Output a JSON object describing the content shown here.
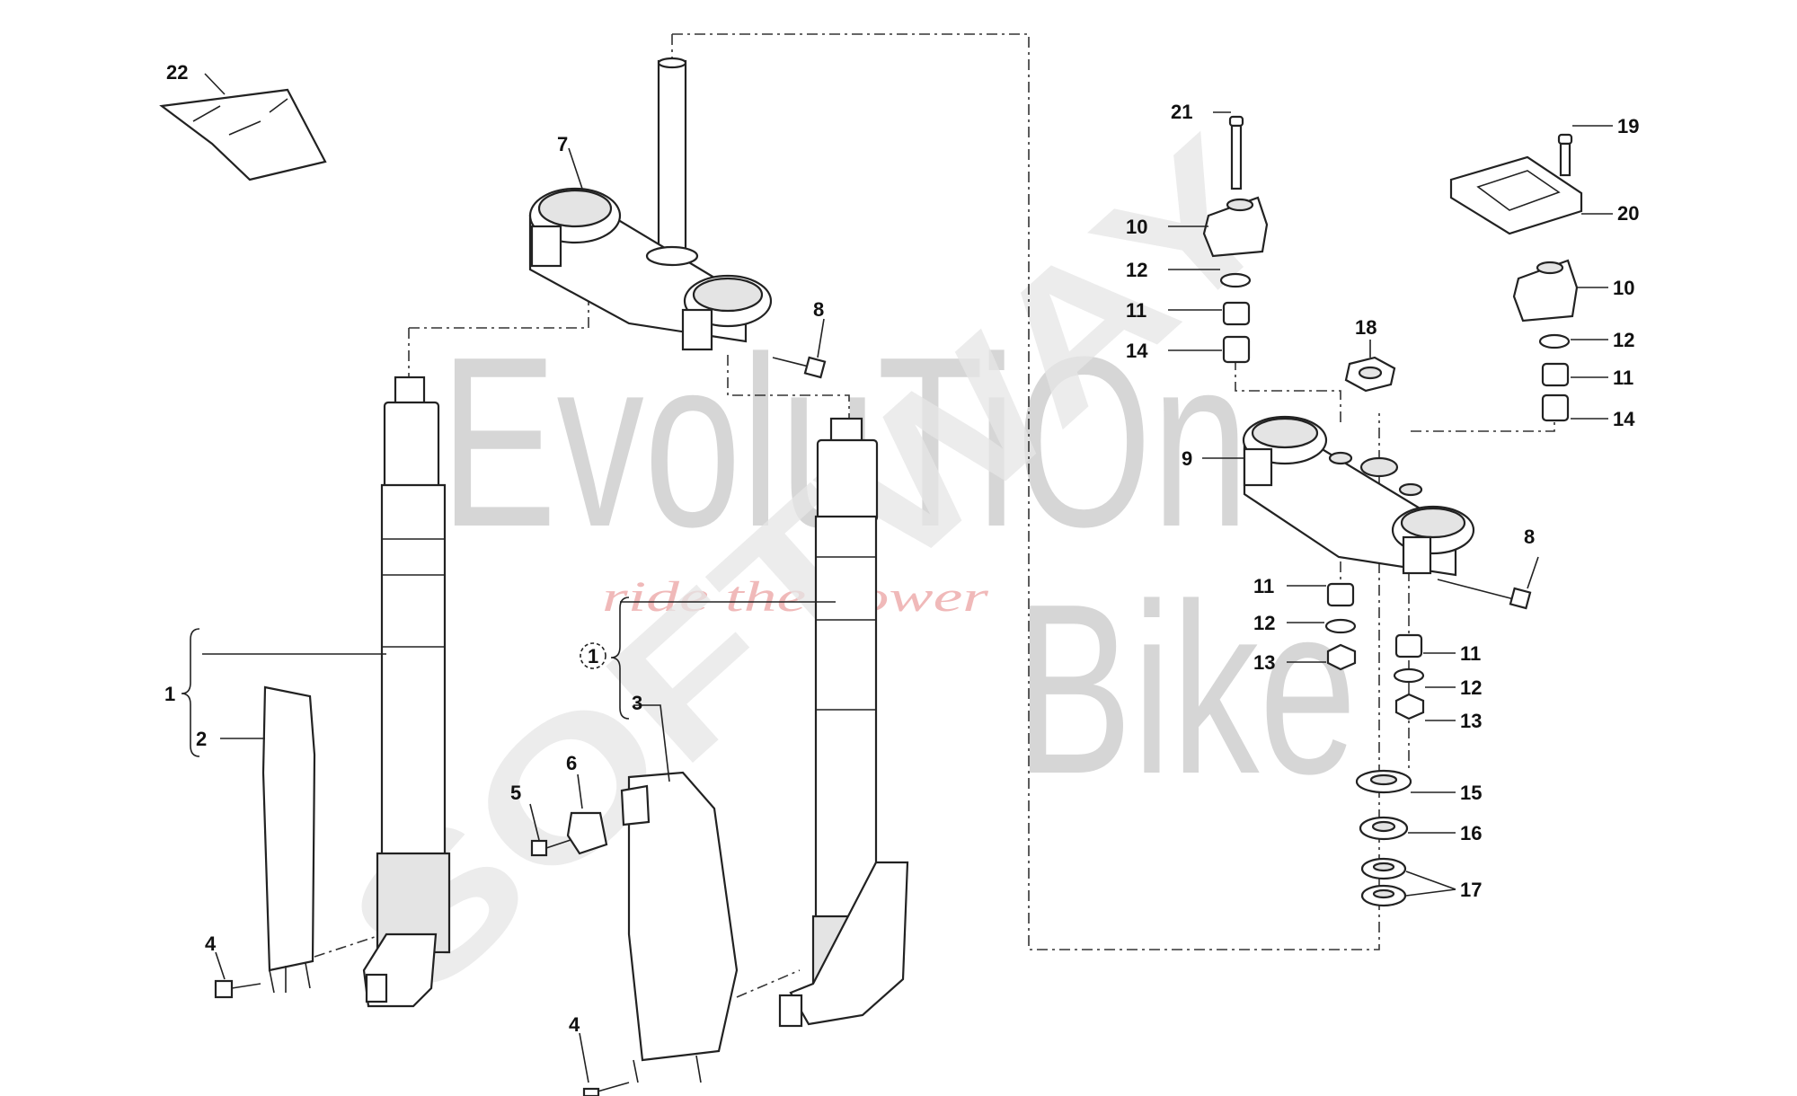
{
  "watermark": {
    "line1": "EvoluTiOn",
    "line2": "Bike",
    "tagline": "ride the power",
    "stamp": "SOFTWAY"
  },
  "callouts": {
    "c1a": "1",
    "c1b": "1",
    "c2": "2",
    "c3": "3",
    "c4a": "4",
    "c4b": "4",
    "c5": "5",
    "c6": "6",
    "c7": "7",
    "c8a": "8",
    "c8b": "8",
    "c9": "9",
    "c10a": "10",
    "c10b": "10",
    "c11a": "11",
    "c11b": "11",
    "c11c": "11",
    "c11d": "11",
    "c12a": "12",
    "c12b": "12",
    "c12c": "12",
    "c12d": "12",
    "c13a": "13",
    "c13b": "13",
    "c14a": "14",
    "c14b": "14",
    "c15": "15",
    "c16": "16",
    "c17": "17",
    "c18": "18",
    "c19": "19",
    "c20": "20",
    "c21": "21",
    "c22": "22"
  }
}
